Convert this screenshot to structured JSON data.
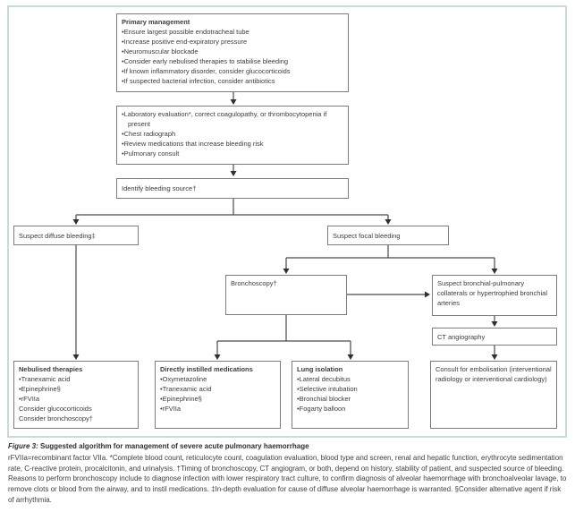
{
  "figure": {
    "colors": {
      "frame_border": "#c6dbdc",
      "box_border": "#7d7d7d",
      "text": "#3c3c3c",
      "connector": "#4a4a4a"
    },
    "boxes": {
      "primary": {
        "title": "Primary management",
        "items": [
          "Ensure largest possible endotracheal tube",
          "Increase positive end-expiratory pressure",
          "Neuromuscular blockade",
          "Consider early nebulised therapies to stabilise bleeding",
          "If known inflammatory disorder, consider glucocorticoids",
          "If suspected bacterial infection, consider antibiotics"
        ]
      },
      "evaluation": {
        "items": [
          "Laboratory evaluation*, correct coagulopathy, or thrombocytopenia if present",
          "Chest radiograph",
          "Review medications that increase bleeding risk",
          "Pulmonary consult"
        ]
      },
      "identify": {
        "label": "Identify bleeding source†"
      },
      "diffuse": {
        "label": "Suspect diffuse bleeding‡"
      },
      "focal": {
        "label": "Suspect focal bleeding"
      },
      "bronchoscopy": {
        "label": "Bronchoscopy†"
      },
      "collaterals": {
        "label": "Suspect bronchial-pulmonary collaterals or hypertrophied bronchial arteries"
      },
      "ct_angiography": {
        "label": "CT angiography"
      },
      "nebulised": {
        "title": "Nebulised therapies",
        "items": [
          "Tranexamic acid",
          "Epinephrine§",
          "rFVIIa"
        ],
        "notes": [
          "Consider glucocorticoids",
          "Consider bronchoscopy†"
        ]
      },
      "instilled": {
        "title": "Directly instilled medications",
        "items": [
          "Oxymetazoline",
          "Tranexamic acid",
          "Epinephrine§",
          "rFVIIa"
        ]
      },
      "lung_isolation": {
        "title": "Lung isolation",
        "items": [
          "Lateral decubitus",
          "Selective intubation",
          "Bronchial blocker",
          "Fogarty balloon"
        ]
      },
      "consult": {
        "label": "Consult for embolisation (interventional radiology or interventional cardiology)"
      }
    },
    "caption": {
      "label": "Figure 3:",
      "title": "Suggested algorithm for management of severe acute pulmonary haemorrhage",
      "body": "rFVIIa=recombinant factor VIIa. *Complete blood count, reticulocyte count, coagulation evaluation, blood type and screen, renal and hepatic function, erythrocyte sedimentation rate, C-reactive protein, procalcitonin, and urinalysis. †Timing of bronchoscopy, CT angiogram, or both, depend on history, stability of patient, and suspected source of bleeding. Reasons to perform bronchoscopy include to diagnose infection with lower respiratory tract culture, to confirm diagnosis of alveolar haemorrhage with bronchoalveolar lavage, to remove clots or blood from the airway, and to instil medications. ‡In-depth evaluation for cause of diffuse alveolar haemorrhage is warranted. §Consider alternative agent if risk of arrhythmia."
    }
  }
}
